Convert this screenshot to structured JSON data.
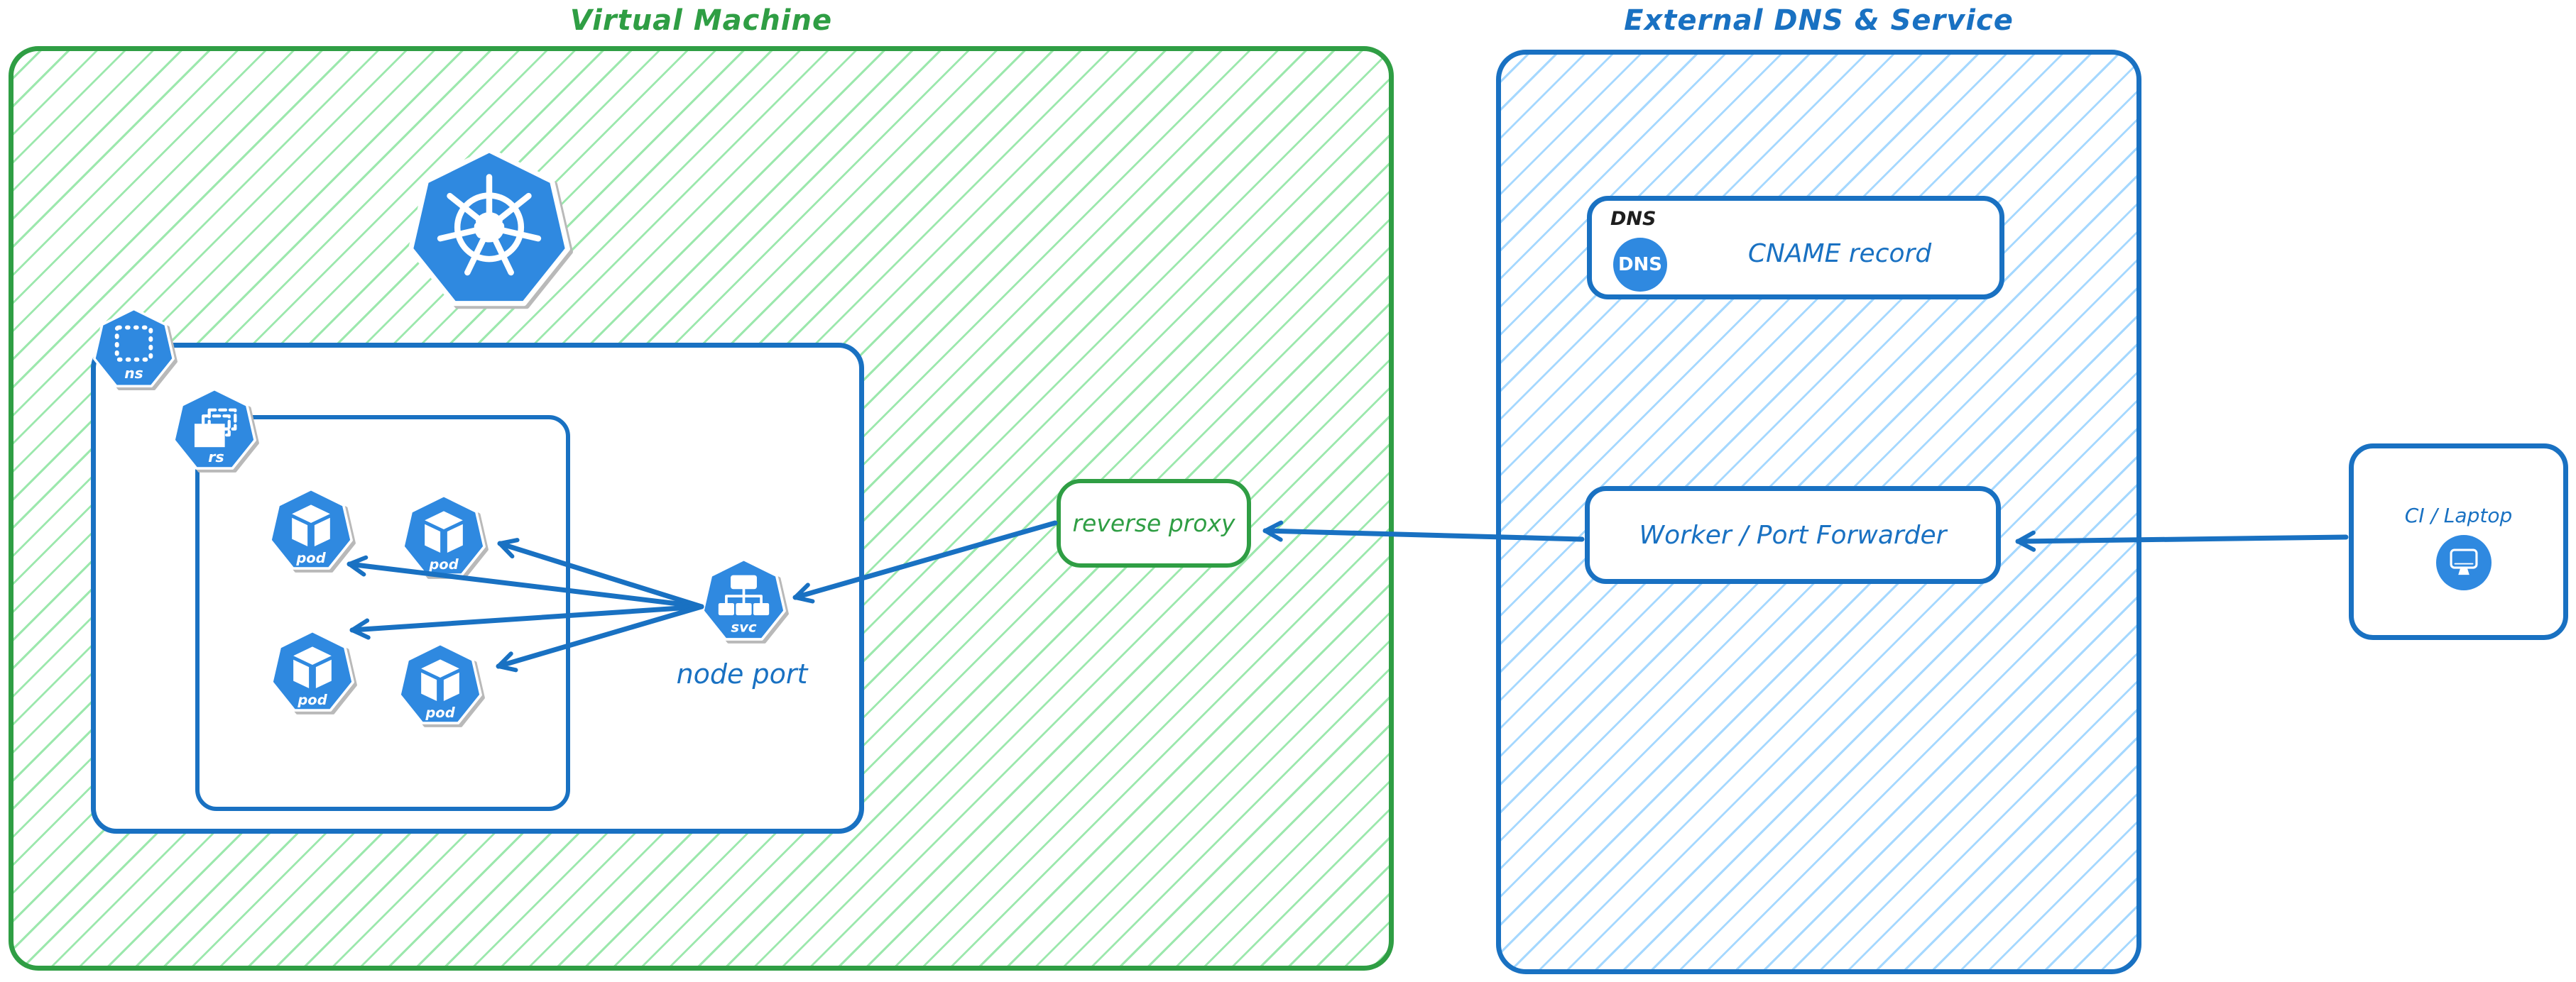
{
  "colors": {
    "green": "#2f9e44",
    "green_hatch": "#9ce8ad",
    "blue": "#1971c2",
    "blue_hatch": "#a5d8ff",
    "icon_blue": "#2f89e0",
    "ink": "#1e1e1e"
  },
  "vm": {
    "title": "Virtual Machine",
    "namespace_icon_label": "ns",
    "replicaset_icon_label": "rs",
    "service_icon_label": "svc",
    "pod_labels": [
      "pod",
      "pod",
      "pod",
      "pod"
    ],
    "node_port_label": "node port",
    "reverse_proxy_label": "reverse proxy"
  },
  "external": {
    "title": "External DNS & Service",
    "dns_group_label": "DNS",
    "dns_badge_label": "DNS",
    "cname_label": "CNAME record",
    "worker_label": "Worker / Port Forwarder"
  },
  "client": {
    "label": "CI / Laptop"
  }
}
